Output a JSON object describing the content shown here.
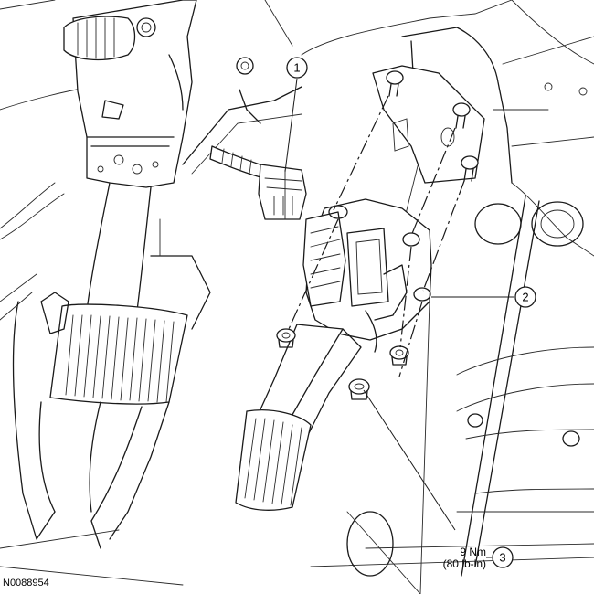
{
  "callouts": [
    {
      "id": "1",
      "label": "1"
    },
    {
      "id": "2",
      "label": "2"
    },
    {
      "id": "3",
      "label": "3"
    }
  ],
  "torque": {
    "metric": "9 Nm",
    "imperial": "(80 lb-in)"
  },
  "figure_code": "N0088954"
}
